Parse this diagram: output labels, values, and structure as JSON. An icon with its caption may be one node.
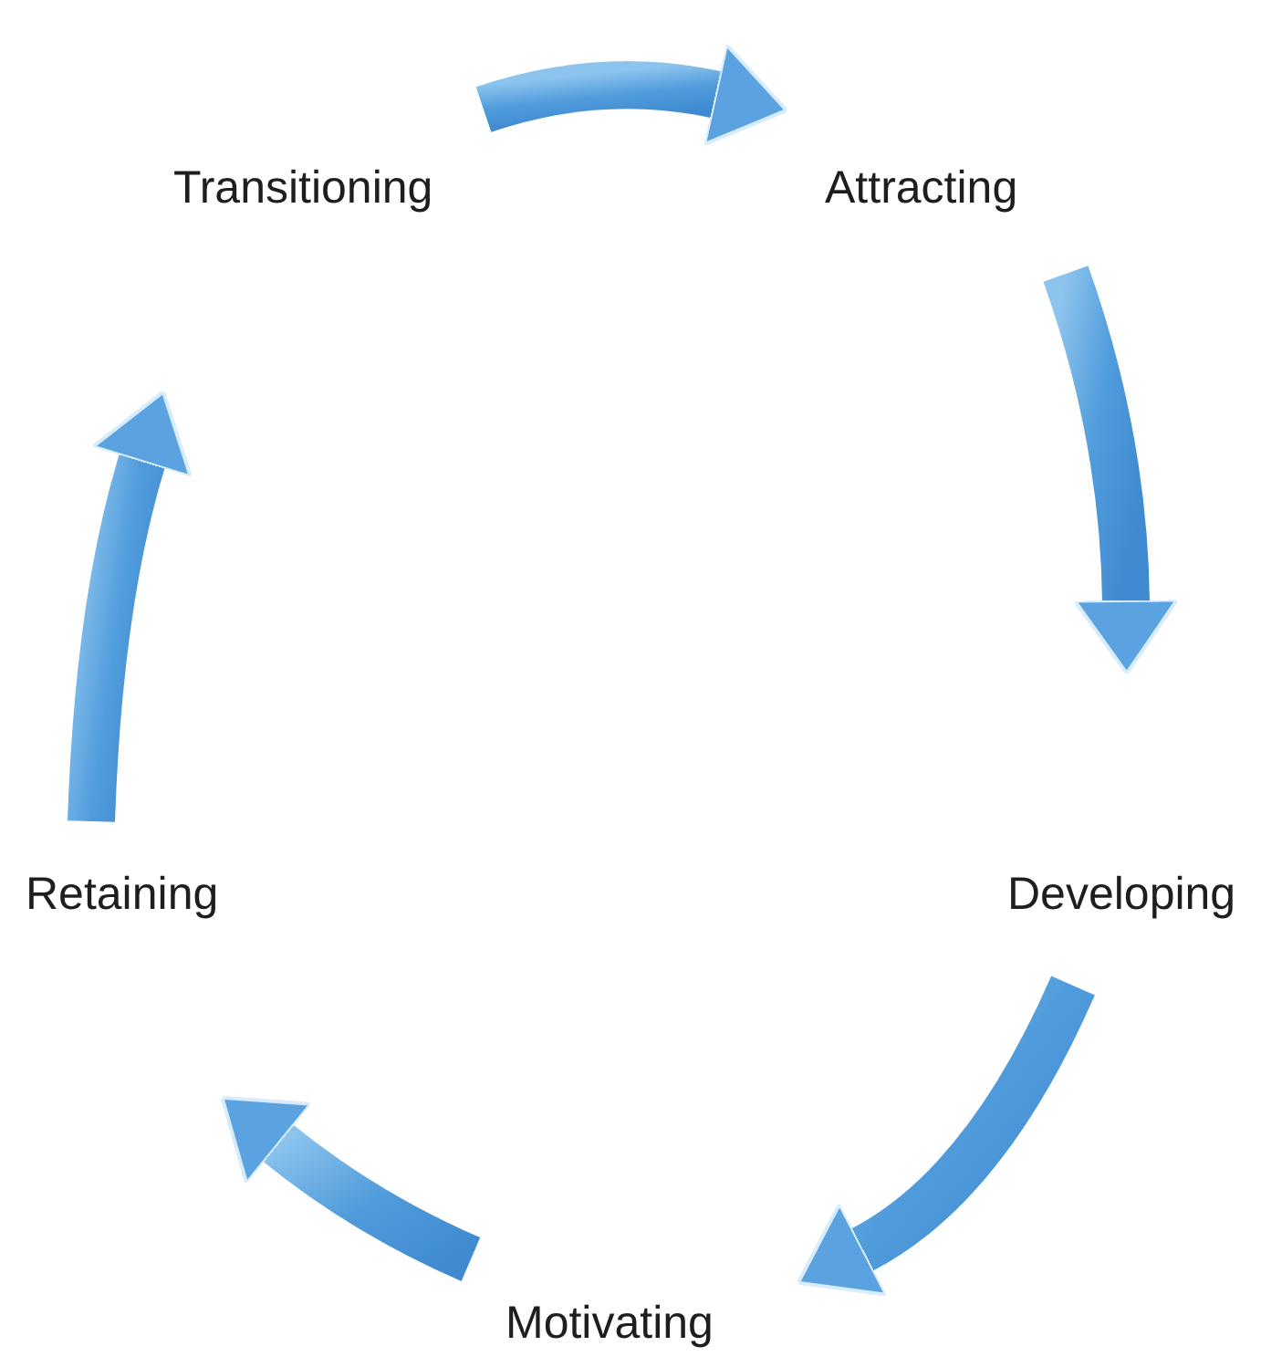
{
  "diagram": {
    "nodes": [
      {
        "text": [
          "Transitioning"
        ]
      },
      {
        "text": [
          "Attracting"
        ]
      },
      {
        "text": [
          "Developing"
        ]
      },
      {
        "text": [
          "Motivating"
        ]
      },
      {
        "text": [
          "Retaining"
        ]
      }
    ],
    "edges": [
      {
        "from": 0,
        "to": 1,
        "arrow": "to"
      },
      {
        "from": 1,
        "to": 2,
        "arrow": "to"
      },
      {
        "from": 2,
        "to": 3,
        "arrow": "to"
      },
      {
        "from": 3,
        "to": 4,
        "arrow": "to"
      },
      {
        "from": 4,
        "to": 0,
        "arrow": "to"
      }
    ]
  }
}
